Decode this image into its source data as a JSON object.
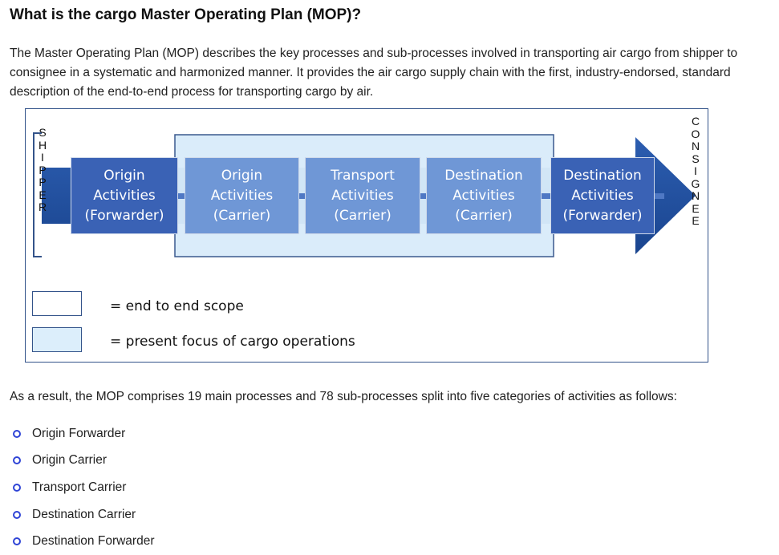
{
  "title": "What is the cargo Master Operating Plan (MOP)?",
  "intro": "The Master Operating Plan (MOP) describes the key processes and sub-processes involved in transporting air cargo from shipper to consignee in a systematic and harmonized manner. It provides the air cargo supply chain with the first, industry-endorsed, standard description of the end-to-end process for transporting cargo by air.",
  "diagram": {
    "shipper_letters": [
      "S",
      "H",
      "I",
      "P",
      "P",
      "E",
      "R"
    ],
    "consignee_letters": [
      "C",
      "O",
      "N",
      "S",
      "I",
      "G",
      "N",
      "E",
      "E"
    ],
    "boxes": [
      {
        "lines": [
          "Origin",
          "Activities",
          "(Forwarder)"
        ],
        "style": "dark"
      },
      {
        "lines": [
          "Origin",
          "Activities",
          "(Carrier)"
        ],
        "style": "light"
      },
      {
        "lines": [
          "Transport",
          "Activities",
          "(Carrier)"
        ],
        "style": "light"
      },
      {
        "lines": [
          "Destination",
          "Activities",
          "(Carrier)"
        ],
        "style": "light"
      },
      {
        "lines": [
          "Destination",
          "Activities",
          "(Forwarder)"
        ],
        "style": "dark"
      }
    ],
    "legend": [
      {
        "text": "= end to end scope",
        "swatch": "#ffffff"
      },
      {
        "text": "= present focus of cargo operations",
        "swatch": "#dceefb"
      }
    ],
    "colors": {
      "dark_box": "#3a62b5",
      "light_box": "#6f97d6",
      "arrow": "#1f4fa3",
      "focus_bg": "#d9ecfa",
      "border": "#33538a"
    }
  },
  "result_text": "As a result, the MOP comprises 19 main processes and 78 sub-processes split into five categories of activities as follows:",
  "categories": [
    "Origin Forwarder",
    "Origin Carrier",
    "Transport Carrier",
    "Destination Carrier",
    "Destination Forwarder"
  ]
}
